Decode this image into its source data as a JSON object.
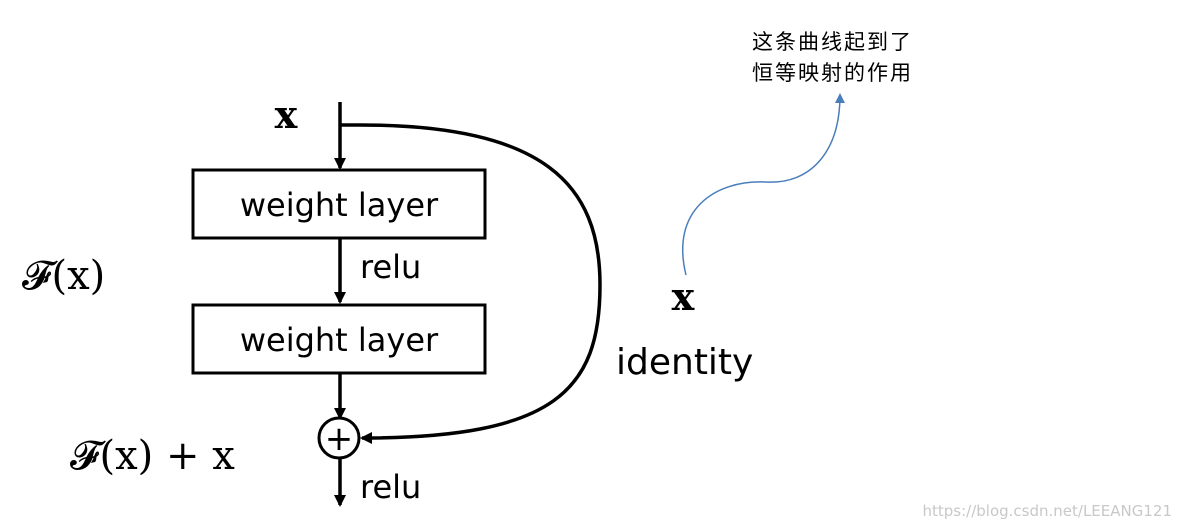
{
  "input_label": "x",
  "residual_label": "𝓕(x)",
  "output_label": "𝓕(x) + x",
  "layers": [
    {
      "label": "weight layer"
    },
    {
      "label": "weight layer"
    }
  ],
  "activations": {
    "middle": "relu",
    "final": "relu"
  },
  "sum_symbol": "+",
  "shortcut": {
    "x_label": "x",
    "name": "identity"
  },
  "annotation": {
    "line1": "这条曲线起到了",
    "line2": "恒等映射的作用"
  },
  "watermark": "https://blog.csdn.net/LEEANG121",
  "colors": {
    "stroke": "#000000",
    "annotation_arrow": "#4a7ebb",
    "watermark": "#c8c8c8"
  }
}
